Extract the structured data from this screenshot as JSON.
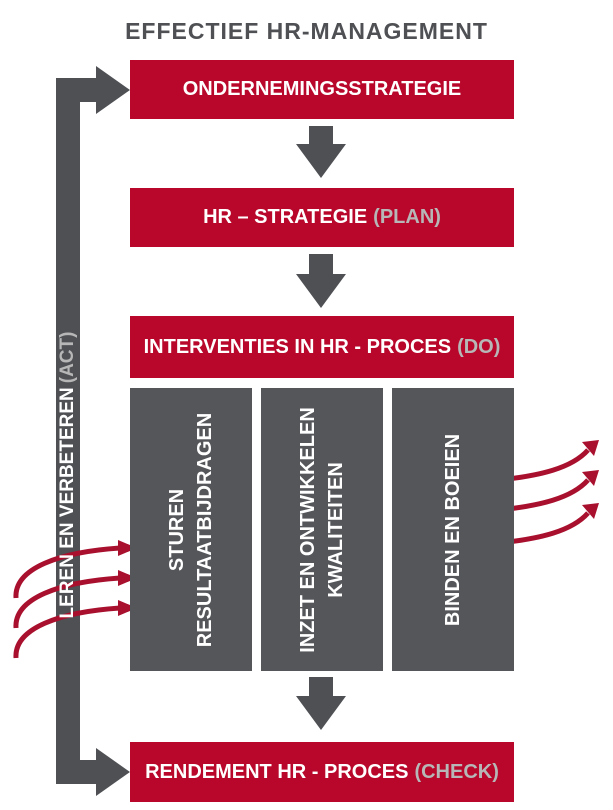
{
  "title": "EFFECTIEF HR-MANAGEMENT",
  "boxes": {
    "strategy": {
      "label": "ONDERNEMINGSSTRATEGIE"
    },
    "hr_strategy": {
      "label": "HR – STRATEGIE",
      "tag": "(PLAN)"
    },
    "interventions": {
      "label": "INTERVENTIES IN HR - PROCES",
      "tag": "(DO)"
    },
    "yield": {
      "label": "RENDEMENT HR - PROCES",
      "tag": "(CHECK)"
    }
  },
  "columns": [
    {
      "lines": [
        "STUREN",
        "RESULTAATBIJDRAGEN"
      ]
    },
    {
      "lines": [
        "INZET EN ONTWIKKELEN",
        "KWALITEITEN"
      ]
    },
    {
      "lines": [
        "BINDEN EN BOEIEN"
      ]
    }
  ],
  "feedback": {
    "label": "LEREN EN VERBETEREN",
    "tag": "(ACT)"
  },
  "colors": {
    "red": "#b8072b",
    "grey": "#54565a",
    "arrow_grey": "#4e5054",
    "tag_grey": "#b7b7b7",
    "curve_red": "#a8102e"
  }
}
